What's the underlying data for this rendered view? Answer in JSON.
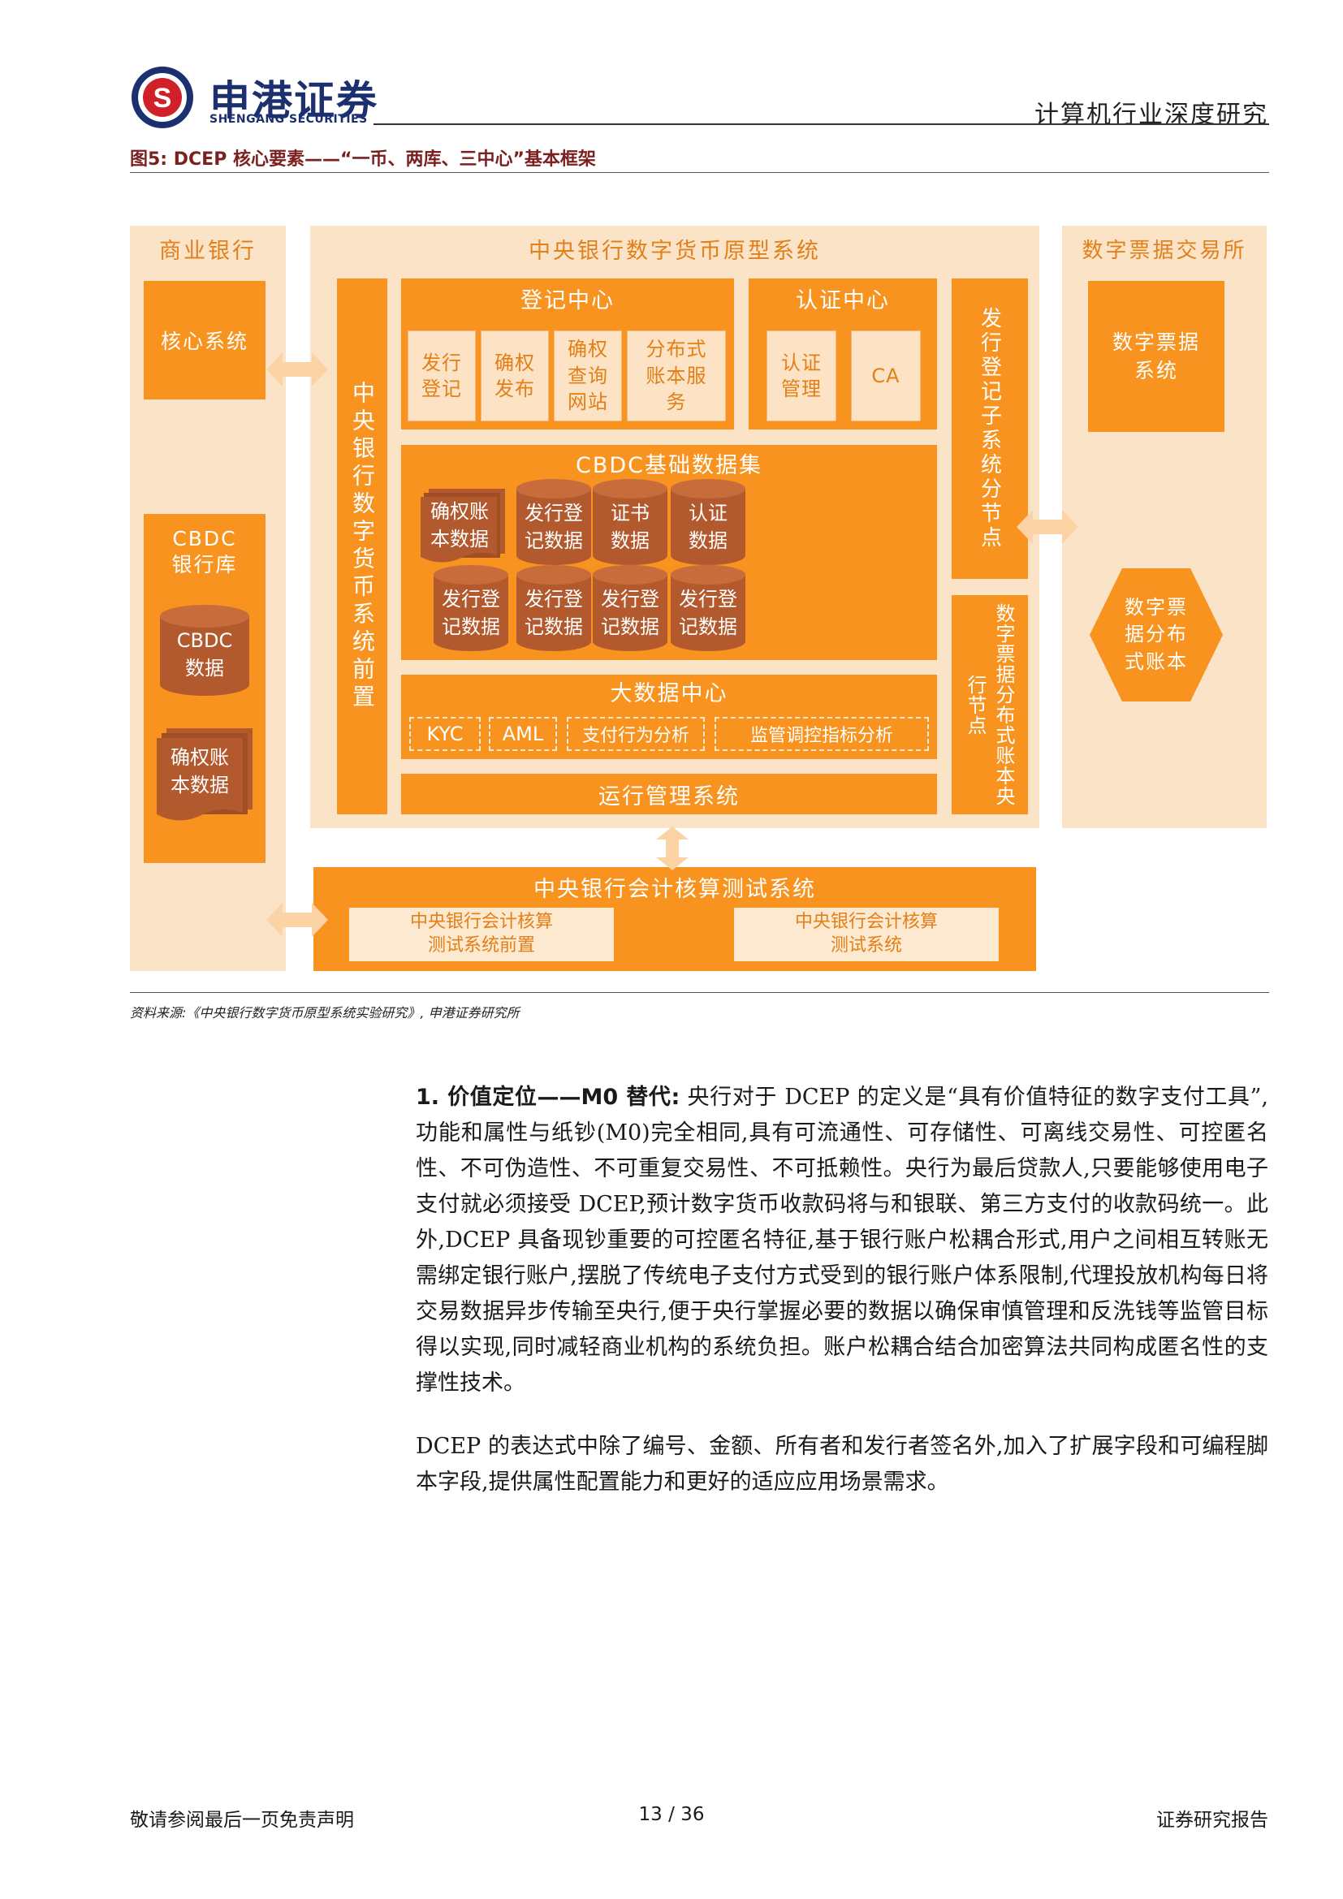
{
  "header": {
    "logo_cn": "申港证券",
    "logo_en": "SHENGANG SECURITIES",
    "section": "计算机行业深度研究"
  },
  "figure": {
    "title": "图5: DCEP 核心要素——“一币、两库、三中心”基本框架",
    "source": "资料来源:《中央银行数字货币原型系统实验研究》, 申港证券研究所",
    "commercial_bank": "商业银行",
    "core_system": "核心系统",
    "cbdc_bank_db": "CBDC\n银行库",
    "cbdc_data": "CBDC\n数据",
    "confirm_ledger": "确权账\n本数据",
    "prototype_title": "中央银行数字货币原型系统",
    "front_vertical": "中央银行数字货币系统前置",
    "registry_center": "登记中心",
    "reg_items": [
      "发行\n登记",
      "确权\n发布",
      "确权\n查询\n网站",
      "分布式\n账本服\n务"
    ],
    "auth_center": "认证中心",
    "auth_items": [
      "认证\n管理",
      "CA"
    ],
    "cbdc_dataset": "CBDC基础数据集",
    "dataset_row1": [
      "确权账\n本数据",
      "发行登\n记数据",
      "证书\n数据",
      "认证\n数据"
    ],
    "dataset_row2": [
      "发行登\n记数据",
      "发行登\n记数据",
      "发行登\n记数据",
      "发行登\n记数据"
    ],
    "bigdata_center": "大数据中心",
    "bigdata_items": [
      "KYC",
      "AML",
      "支付行为分析",
      "监管调控指标分析"
    ],
    "ops_system": "运行管理系统",
    "issue_reg_node": "发行登记子系统分节点",
    "ledger_node": "数字票据分布式账本央行节点",
    "exchange": "数字票据交易所",
    "bill_system": "数字票据\n系统",
    "bill_ledger": "数字票\n据分布\n式账本",
    "accounting_title": "中央银行会计核算测试系统",
    "accounting_items": [
      "中央银行会计核算\n测试系统前置",
      "中央银行会计核算\n测试系统"
    ]
  },
  "body": {
    "p1_lead": "1. 价值定位——M0 替代:",
    "p1_text": "央行对于 DCEP 的定义是“具有价值特征的数字支付工具”,功能和属性与纸钞(M0)完全相同,具有可流通性、可存储性、可离线交易性、可控匿名性、不可伪造性、不可重复交易性、不可抵赖性。央行为最后贷款人,只要能够使用电子支付就必须接受 DCEP,预计数字货币收款码将与和银联、第三方支付的收款码统一。此外,DCEP 具备现钞重要的可控匿名特征,基于银行账户松耦合形式,用户之间相互转账无需绑定银行账户,摆脱了传统电子支付方式受到的银行账户体系限制,代理投放机构每日将交易数据异步传输至央行,便于央行掌握必要的数据以确保审慎管理和反洗钱等监管目标得以实现,同时减轻商业机构的系统负担。账户松耦合结合加密算法共同构成匿名性的支撑性技术。",
    "p2_text": "DCEP 的表达式中除了编号、金额、所有者和发行者签名外,加入了扩展字段和可编程脚本字段,提供属性配置能力和更好的适应应用场景需求。"
  },
  "footer": {
    "left": "敬请参阅最后一页免责声明",
    "page": "13 / 36",
    "right": "证券研究报告"
  },
  "colors": {
    "orange": "#f7931e",
    "pale": "#fbe3c8",
    "cylinder": "#b25a2e",
    "navy": "#1c2f6f",
    "red": "#d0202a"
  }
}
